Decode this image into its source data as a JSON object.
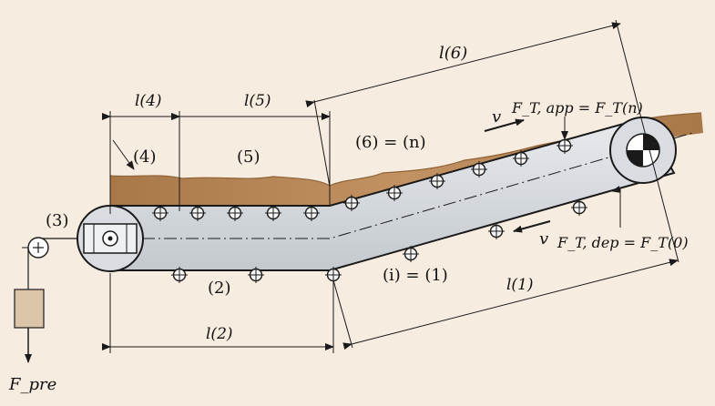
{
  "colors": {
    "background": "#f6ecdf",
    "belt": "#d5d9dd",
    "material": "#b98a5a",
    "material_dark": "#a87849",
    "ink": "#1a1a1a",
    "weight": "#dcc4a8"
  },
  "labels": {
    "l6": "l(6)",
    "l4": "l(4)",
    "l5": "l(5)",
    "l2": "l(2)",
    "l1": "l(1)",
    "seg4": "(4)",
    "seg5": "(5)",
    "seg6": "(6) = (n)",
    "seg3": "(3)",
    "seg2": "(2)",
    "segi": "(i) = (1)",
    "v_top": "v",
    "v_bottom": "v",
    "f_app": "F_T, app = F_T(n)",
    "f_dep": "F_T, dep = F_T(0)",
    "f_pre": "F_pre"
  },
  "icons": {
    "drive_pulley": "quartered-disc-icon",
    "tail_pulley": "tension-pulley-icon",
    "idler": "idler-roller-icon",
    "weight": "counterweight-icon"
  }
}
